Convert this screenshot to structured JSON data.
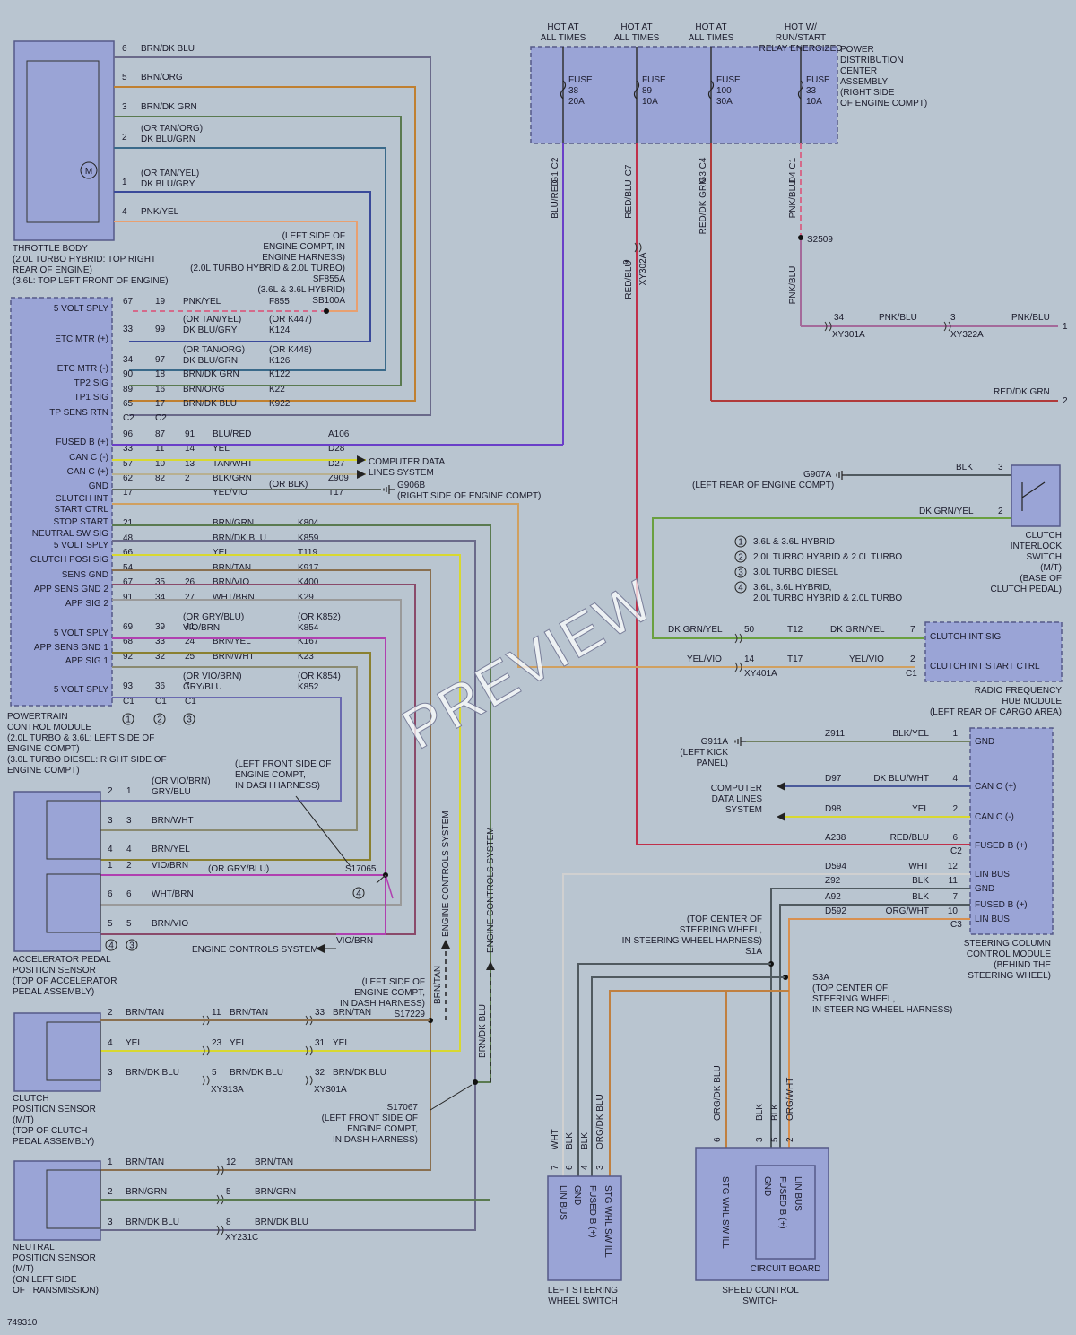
{
  "diagram_id": "749310",
  "watermark": "PREVIEW",
  "power": {
    "headers": [
      "HOT AT|ALL TIMES",
      "HOT AT|ALL TIMES",
      "HOT AT|ALL TIMES",
      "HOT W/|RUN/START|RELAY ENERGIZED"
    ],
    "title": "POWER|DISTRIBUTION|CENTER|ASSEMBLY|(RIGHT SIDE|OF ENGINE COMPT)",
    "fuses": [
      {
        "label": "FUSE|38|20A",
        "pins": "G1  C2",
        "wire": "BLU/RED"
      },
      {
        "label": "FUSE|89|10A",
        "pins": "C7",
        "wire": "RED/BLU"
      },
      {
        "label": "FUSE|100|30A",
        "pins": "G3  C4",
        "wire": "RED/DK GRN"
      },
      {
        "label": "FUSE|33|10A",
        "pins": "D4  C1",
        "wire": "PNK/BLU"
      }
    ]
  },
  "throttle": {
    "title": "THROTTLE BODY|(2.0L TURBO HYBRID: TOP RIGHT|REAR OF ENGINE)|(3.6L: TOP LEFT FRONT OF ENGINE)",
    "pins": [
      {
        "pin": "6",
        "wire": "BRN/DK BLU"
      },
      {
        "pin": "5",
        "wire": "BRN/ORG"
      },
      {
        "pin": "3",
        "wire": "BRN/DK GRN"
      },
      {
        "pin": "2",
        "wire": "(OR TAN/ORG)|DK BLU/GRN"
      },
      {
        "pin": "1",
        "wire": "(OR TAN/YEL)|DK BLU/GRY"
      },
      {
        "pin": "4",
        "wire": "PNK/YEL"
      }
    ],
    "note": "(LEFT SIDE OF|ENGINE COMPT, IN|ENGINE HARNESS)|(2.0L TURBO HYBRID & 2.0L TURBO)|SF855A|(3.6L & 3.6L HYBRID)|SB100A"
  },
  "pcm": {
    "title": "POWERTRAIN|CONTROL MODULE|(2.0L TURBO & 3.6L: LEFT SIDE OF|ENGINE COMPT)|(3.0L TURBO DIESEL: RIGHT SIDE OF|ENGINE COMPT)",
    "labels": [
      "5 VOLT SPLY",
      "ETC MTR (+)",
      "ETC MTR (-)",
      "TP2 SIG",
      "TP1 SIG",
      "TP SENS RTN",
      "FUSED B (+)",
      "CAN C (-)",
      "CAN C (+)",
      "GND",
      "CLUTCH INT|START CTRL",
      "STOP START",
      "NEUTRAL SW SIG",
      "5 VOLT SPLY",
      "CLUTCH POSI SIG",
      "SENS GND",
      "APP SENS GND 2",
      "APP SIG 2",
      "5 VOLT SPLY",
      "APP SENS GND 1",
      "APP SIG 1",
      "5 VOLT SPLY"
    ],
    "rows": [
      {
        "a": "67",
        "b": "19",
        "c": "",
        "wire": "PNK/YEL",
        "ckt": "F855"
      },
      {
        "a": "33",
        "b": "99",
        "c": "",
        "wire": "(OR TAN/YEL)|DK BLU/GRY",
        "ckt": "(OR K447)|K124"
      },
      {
        "a": "34",
        "b": "97",
        "c": "",
        "wire": "(OR TAN/ORG)|DK BLU/GRN",
        "ckt": "(OR K448)|K126"
      },
      {
        "a": "90",
        "b": "18",
        "c": "",
        "wire": "BRN/DK GRN",
        "ckt": "K122"
      },
      {
        "a": "89",
        "b": "16",
        "c": "",
        "wire": "BRN/ORG",
        "ckt": "K22"
      },
      {
        "a": "65",
        "b": "17",
        "c": "",
        "wire": "BRN/DK BLU",
        "ckt": "K922"
      },
      {
        "a": "C2",
        "b": "C2",
        "c": "",
        "wire": "",
        "ckt": ""
      },
      {
        "a": "96",
        "b": "87",
        "c": "91",
        "wire": "BLU/RED",
        "ckt": "A106"
      },
      {
        "a": "33",
        "b": "11",
        "c": "14",
        "wire": "YEL",
        "ckt": "D28"
      },
      {
        "a": "57",
        "b": "10",
        "c": "13",
        "wire": "TAN/WHT",
        "ckt": "D27"
      },
      {
        "a": "62",
        "b": "82",
        "c": "2",
        "wire": "BLK/GRN",
        "ckt": "Z909"
      },
      {
        "a": "17",
        "b": "",
        "c": "",
        "wire": "YEL/VIO",
        "ckt": "T17"
      },
      {
        "a": "21",
        "b": "",
        "c": "",
        "wire": "BRN/GRN",
        "ckt": "K804"
      },
      {
        "a": "48",
        "b": "",
        "c": "",
        "wire": "BRN/DK BLU",
        "ckt": "K859"
      },
      {
        "a": "66",
        "b": "",
        "c": "",
        "wire": "YEL",
        "ckt": "T119"
      },
      {
        "a": "54",
        "b": "",
        "c": "",
        "wire": "BRN/TAN",
        "ckt": "K917"
      },
      {
        "a": "67",
        "b": "35",
        "c": "26",
        "wire": "BRN/VIO",
        "ckt": "K400"
      },
      {
        "a": "91",
        "b": "34",
        "c": "27",
        "wire": "WHT/BRN",
        "ckt": "K29"
      },
      {
        "a": "69",
        "b": "39",
        "c": "41",
        "wire": "(OR GRY/BLU)|VIO/BRN",
        "ckt": "(OR K852)|K854"
      },
      {
        "a": "68",
        "b": "33",
        "c": "24",
        "wire": "BRN/YEL",
        "ckt": "K167"
      },
      {
        "a": "92",
        "b": "32",
        "c": "25",
        "wire": "BRN/WHT",
        "ckt": "K23"
      },
      {
        "a": "93",
        "b": "36",
        "c": "7",
        "wire": "(OR VIO/BRN)|GRY/BLU",
        "ckt": "(OR K854)|K852"
      },
      {
        "a": "C1",
        "b": "C1",
        "c": "C1",
        "wire": "",
        "ckt": ""
      }
    ],
    "markers": [
      "1",
      "2",
      "3"
    ],
    "or_blk": "(OR BLK)"
  },
  "notes": {
    "computer_data": "COMPUTER DATA|LINES SYSTEM",
    "g906b": "G906B|(RIGHT SIDE OF ENGINE COMPT)",
    "left_front": "(LEFT FRONT SIDE OF|ENGINE COMPT,|IN DASH HARNESS)",
    "engine_controls": "ENGINE CONTROLS SYSTEM",
    "s17065": "S17065",
    "s17229": "(LEFT SIDE OF|ENGINE COMPT,|IN DASH HARNESS)|S17229",
    "s17067": "S17067|(LEFT FRONT SIDE OF|ENGINE COMPT,|IN DASH HARNESS)",
    "or_gry_blu": "(OR GRY/BLU)",
    "vio_brn": "VIO/BRN"
  },
  "app": {
    "title": "ACCELERATOR PEDAL|POSITION SENSOR|(TOP OF ACCELERATOR|PEDAL ASSEMBLY)",
    "rows": [
      {
        "p1": "2",
        "p2": "1",
        "wire": "(OR VIO/BRN)|GRY/BLU"
      },
      {
        "p1": "3",
        "p2": "3",
        "wire": "BRN/WHT"
      },
      {
        "p1": "4",
        "p2": "4",
        "wire": "BRN/YEL"
      },
      {
        "p1": "1",
        "p2": "2",
        "wire": "VIO/BRN"
      },
      {
        "p1": "6",
        "p2": "6",
        "wire": "WHT/BRN"
      },
      {
        "p1": "5",
        "p2": "5",
        "wire": "BRN/VIO"
      }
    ]
  },
  "clutch_pos": {
    "title": "CLUTCH|POSITION SENSOR|(M/T)|(TOP OF CLUTCH|PEDAL ASSEMBLY)",
    "rows": [
      {
        "p": "2",
        "wire": "BRN/TAN",
        "c1": "11",
        "w2": "BRN/TAN",
        "c2": "33",
        "w3": "BRN/TAN"
      },
      {
        "p": "4",
        "wire": "YEL",
        "c1": "23",
        "w2": "YEL",
        "c2": "31",
        "w3": "YEL"
      },
      {
        "p": "3",
        "wire": "BRN/DK BLU",
        "c1": "5",
        "w2": "BRN/DK BLU",
        "c2": "32",
        "w3": "BRN/DK BLU"
      }
    ],
    "conn1": "XY313A",
    "conn2": "XY301A"
  },
  "neutral": {
    "title": "NEUTRAL|POSITION SENSOR|(M/T)|(ON LEFT SIDE|OF TRANSMISSION)",
    "rows": [
      {
        "p": "1",
        "wire": "BRN/TAN",
        "c": "12",
        "w2": "BRN/TAN"
      },
      {
        "p": "2",
        "wire": "BRN/GRN",
        "c": "5",
        "w2": "BRN/GRN"
      },
      {
        "p": "3",
        "wire": "BRN/DK BLU",
        "c": "8",
        "w2": "BRN/DK BLU"
      }
    ],
    "conn": "XY231C"
  },
  "right": {
    "s2509": "S2509",
    "xy302a": "XY302A",
    "pnk_row": {
      "c1": "34",
      "w1": "PNK/BLU",
      "c2": "3",
      "w2": "PNK/BLU",
      "end": "1",
      "x1": "XY301A",
      "x2": "XY322A"
    },
    "red_grn": {
      "wire": "RED/DK GRN",
      "end": "2"
    },
    "red_blu_9": "9",
    "g907a": "G907A|(LEFT REAR OF ENGINE COMPT)",
    "clutch_sw": {
      "title": "CLUTCH|INTERLOCK|SWITCH|(M/T)|(BASE OF|CLUTCH PEDAL)",
      "w1": "BLK",
      "p1": "3",
      "w2": "DK GRN/YEL",
      "p2": "2"
    },
    "legend": [
      "3.6L & 3.6L HYBRID",
      "2.0L TURBO HYBRID & 2.0L TURBO",
      "3.0L TURBO DIESEL",
      "3.6L, 3.6L HYBRID,|2.0L TURBO HYBRID & 2.0L TURBO"
    ],
    "rfhub": {
      "title": "RADIO FREQUENCY|HUB MODULE|(LEFT REAR OF CARGO AREA)",
      "lines": [
        "CLUTCH INT SIG",
        "CLUTCH INT START CTRL"
      ],
      "r1": {
        "w1": "DK GRN/YEL",
        "c": "50",
        "ckt": "T12",
        "w2": "DK GRN/YEL",
        "p": "7"
      },
      "r2": {
        "w1": "YEL/VIO",
        "c": "14",
        "ckt": "T17",
        "w2": "YEL/VIO",
        "p": "2",
        "cc": "C1"
      },
      "conn": "XY401A"
    },
    "sccm": {
      "title": "STEERING COLUMN|CONTROL MODULE|(BEHIND THE|STEERING WHEEL)",
      "lines": [
        "GND",
        "CAN C (+)",
        "CAN C (-)",
        "FUSED B (+)",
        "LIN BUS",
        "GND",
        "FUSED B (+)",
        "LIN BUS"
      ],
      "rows": [
        {
          "ckt": "Z911",
          "wire": "BLK/YEL",
          "p": "1"
        },
        {
          "ckt": "D97",
          "wire": "DK BLU/WHT",
          "p": "4"
        },
        {
          "ckt": "D98",
          "wire": "YEL",
          "p": "2"
        },
        {
          "ckt": "A238",
          "wire": "RED/BLU",
          "p": "6"
        },
        {
          "ckt": "D594",
          "wire": "WHT",
          "p": "12"
        },
        {
          "ckt": "Z92",
          "wire": "BLK",
          "p": "11"
        },
        {
          "ckt": "A92",
          "wire": "BLK",
          "p": "7"
        },
        {
          "ckt": "D592",
          "wire": "ORG/WHT",
          "p": "10"
        }
      ],
      "c2": "C2",
      "c3": "C3"
    },
    "g911a": "G911A|(LEFT KICK|PANEL)",
    "comp_data": "COMPUTER|DATA LINES|SYSTEM",
    "s1a": "(TOP CENTER OF|STEERING WHEEL,|IN STEERING WHEEL HARNESS)|S1A",
    "s3a": "S3A|(TOP CENTER OF|STEERING WHEEL,|IN STEERING WHEEL HARNESS)",
    "lsw": {
      "title": "LEFT STEERING|WHEEL SWITCH",
      "pins": [
        "7",
        "6",
        "4",
        "3"
      ],
      "wires": [
        "WHT",
        "BLK",
        "BLK",
        "ORG/DK BLU"
      ],
      "labels": [
        "LIN BUS",
        "GND",
        "FUSED B (+)",
        "STG WHL SW ILL"
      ]
    },
    "scs": {
      "title": "SPEED CONTROL|SWITCH",
      "pins": [
        "6",
        "3",
        "5",
        "2"
      ],
      "wires": [
        "ORG/DK BLU",
        "BLK",
        "BLK",
        "ORG/WHT"
      ],
      "labels": [
        "STG WHL SW ILL",
        "GND",
        "FUSED B (+)",
        "LIN BUS"
      ],
      "board": "CIRCUIT BOARD"
    }
  },
  "colors": {
    "blu_red": "#6a3fc8",
    "red_blu": "#c0304a",
    "red_grn": "#b03a3a",
    "pnk_blu": "#a46a9a",
    "pnk_yel": "#e8a070",
    "brn_dkblu": "#6a6a8a",
    "brn_org": "#c08030",
    "brn_grn": "#5a7a50",
    "dkblu_grn": "#3a6a8a",
    "dkblu_gry": "#3a4a9a",
    "yel": "#d8d830",
    "tan_wht": "#b8b090",
    "blk_grn": "#606a60",
    "yel_vio": "#d0a060",
    "brn_tan": "#8a7050",
    "brn_vio": "#8a4a6a",
    "wht_brn": "#9a9a9a",
    "vio_brn": "#b040b0",
    "brn_yel": "#8a8030",
    "brn_wht": "#8a8a70",
    "gry_blu": "#6a6ab0",
    "dkgrn_yel": "#6aa040",
    "blk": "#505a60",
    "wht": "#d0d0d0",
    "org_wht": "#d89050",
    "org_dkblu": "#c08040",
    "blk_yel": "#708060",
    "dkblu_wht": "#4a5a9a"
  }
}
